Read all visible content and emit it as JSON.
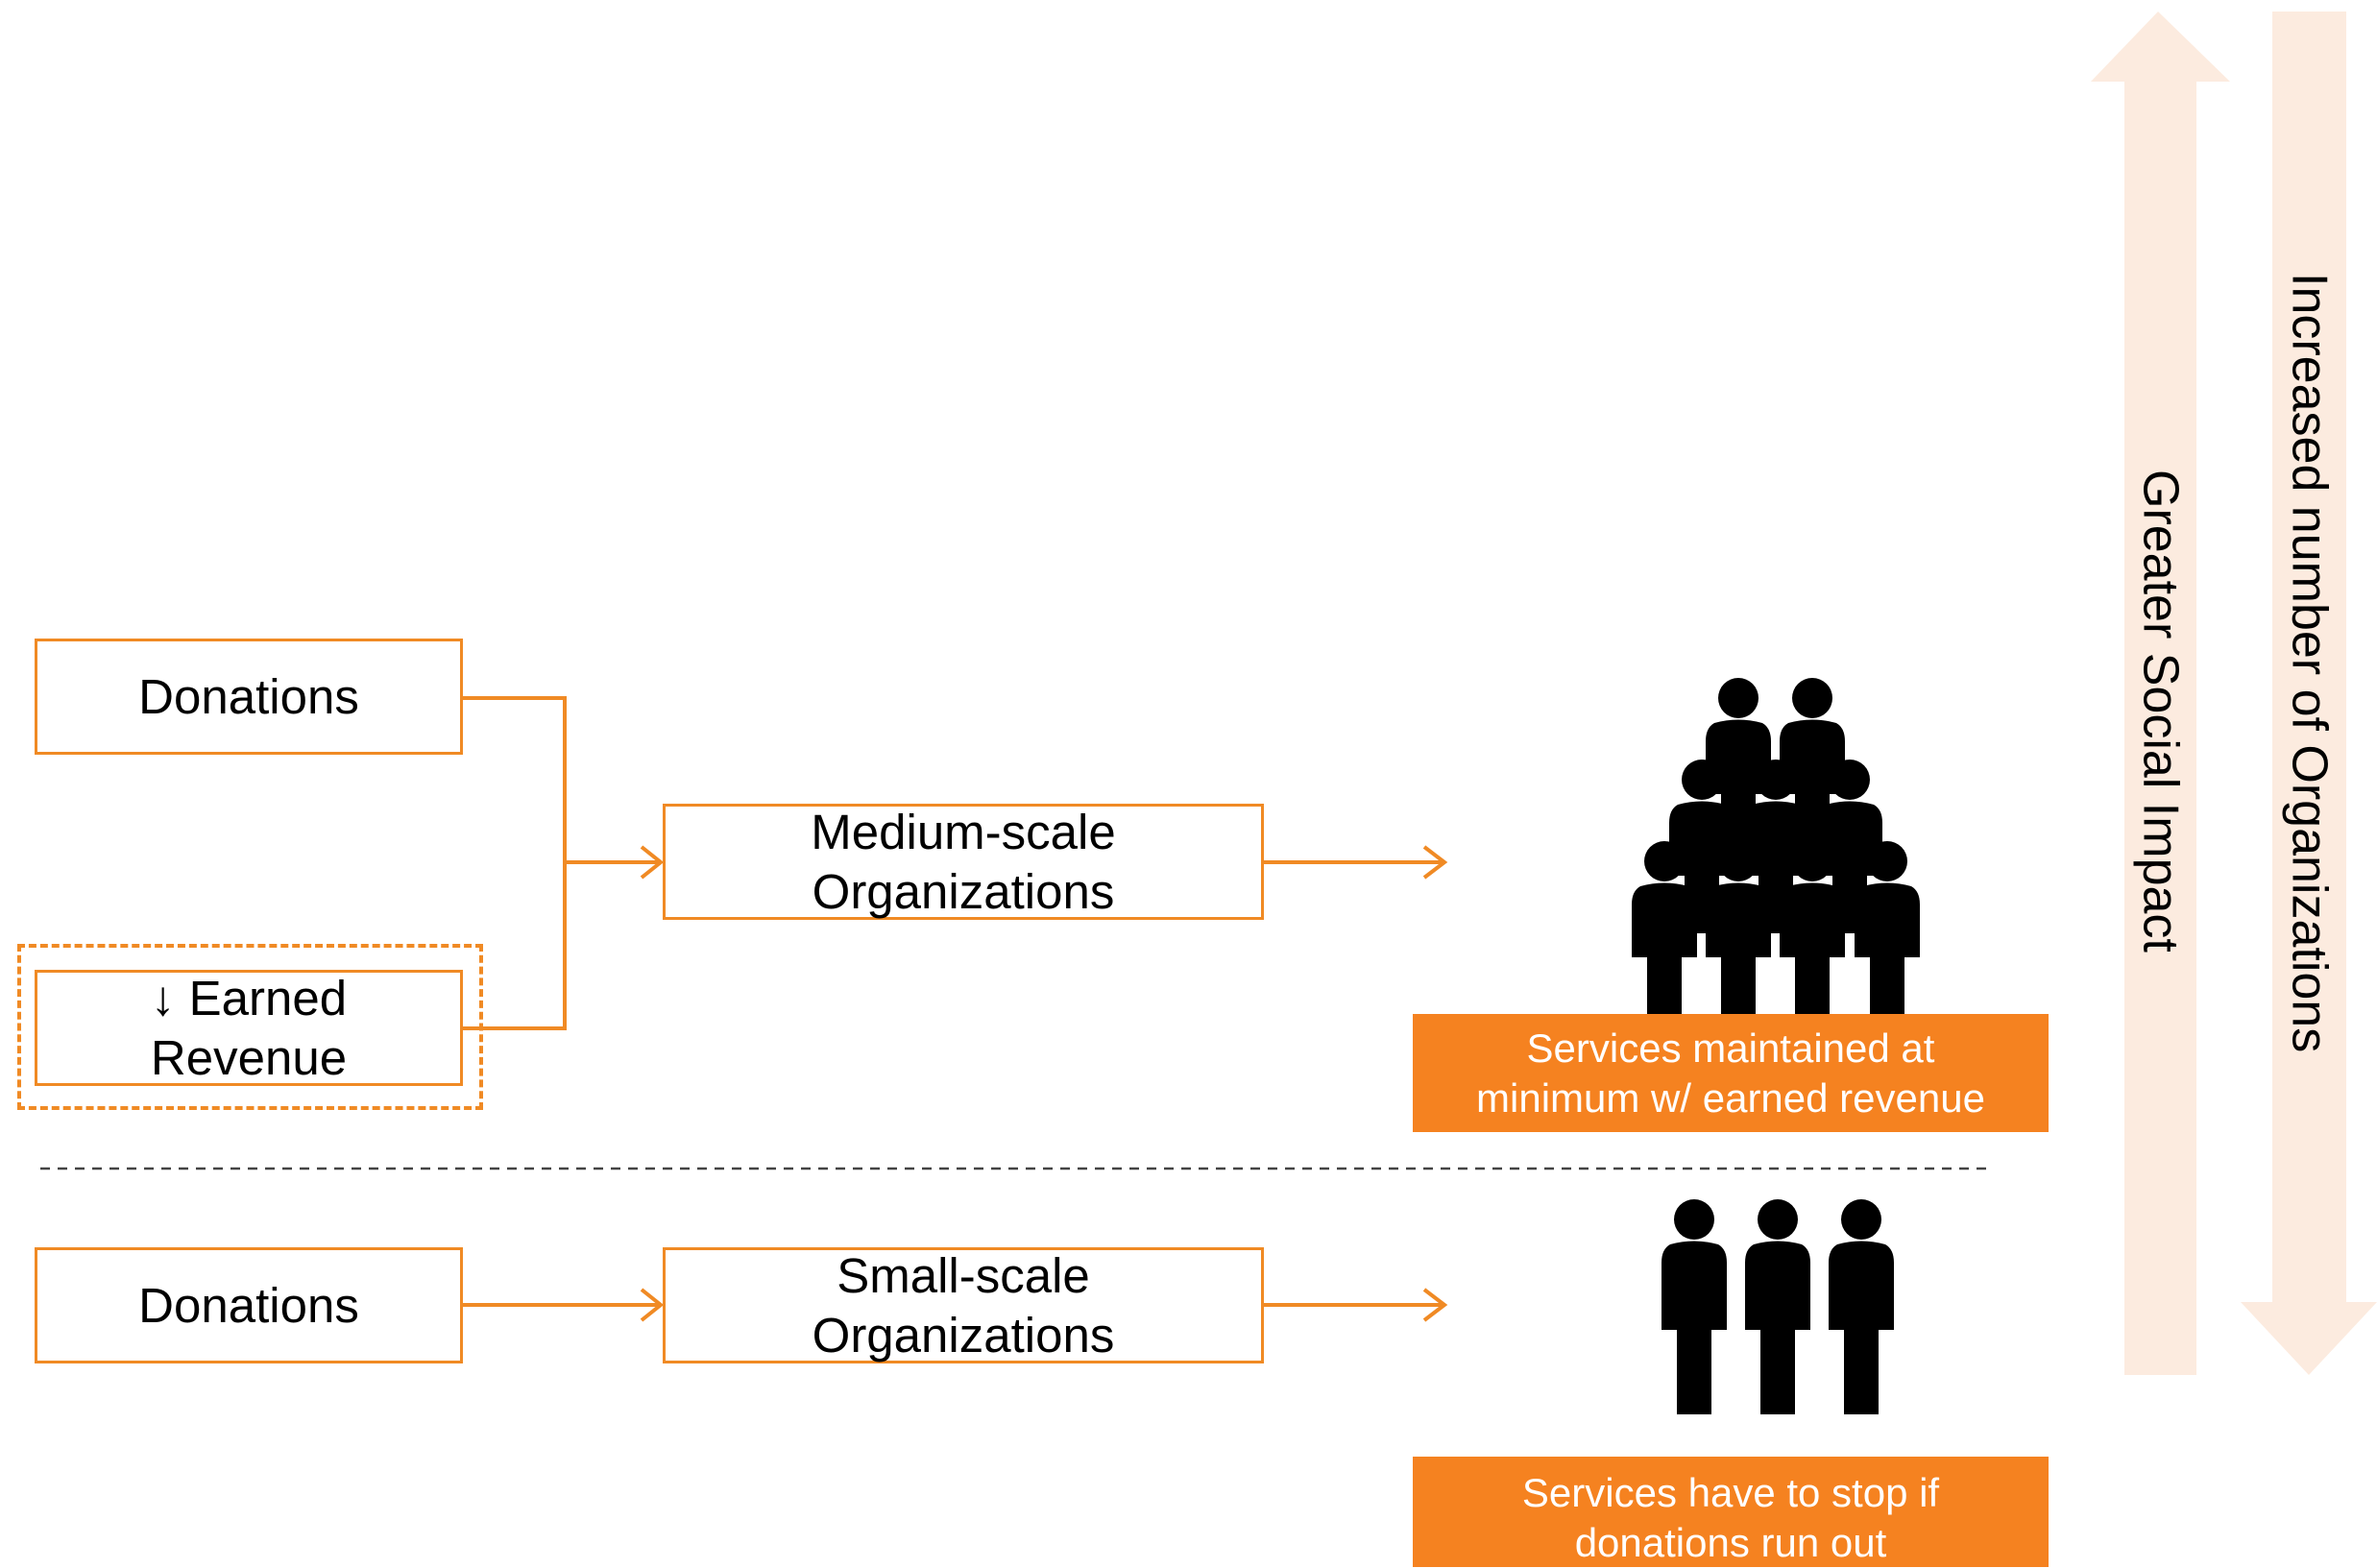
{
  "top_row": {
    "donations_label": "Donations",
    "earned_revenue_label": "↓ Earned Revenue",
    "organization_label": "Medium-scale Organizations",
    "outcome_label": "Services maintained at minimum w/ earned revenue"
  },
  "bottom_row": {
    "donations_label": "Donations",
    "organization_label": "Small-scale Organizations",
    "outcome_label": "Services have to stop if donations run out"
  },
  "axes": {
    "impact_label": "Greater Social Impact",
    "organizations_label": "Increased number of Organizations"
  },
  "colors": {
    "accent": "#f08a24",
    "outcome_fill": "#f58220",
    "axis_arrow_fill": "#fcebdf"
  },
  "icons": {
    "medium_group": "people-group-icon",
    "small_group": "people-group-icon"
  }
}
